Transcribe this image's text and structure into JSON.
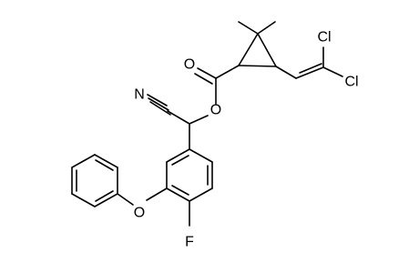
{
  "molecule": {
    "atoms": {
      "cl_top": "Cl",
      "cl_right": "Cl",
      "o_carbonyl": "O",
      "o_ester": "O",
      "nitrile_n": "N",
      "ether_o": "O",
      "fluorine": "F"
    }
  }
}
